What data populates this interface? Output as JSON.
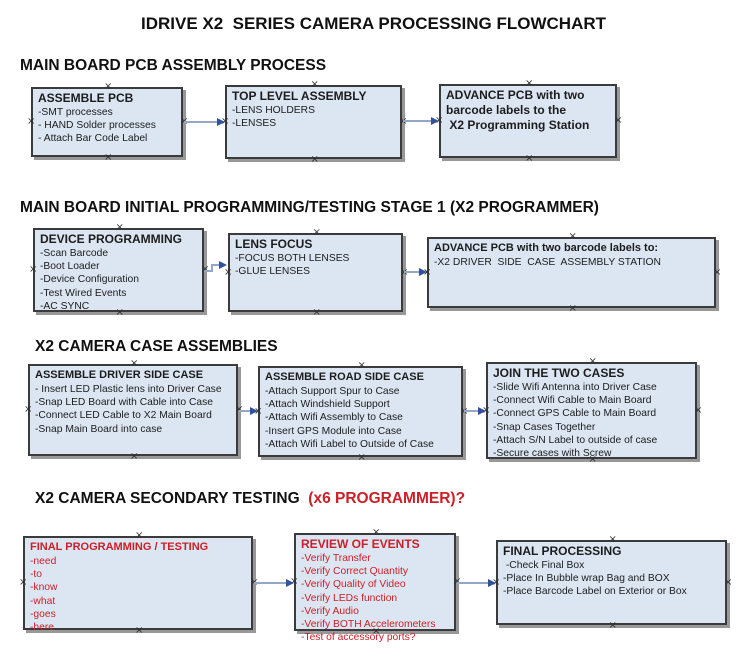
{
  "title": "IDRIVE X2  SERIES CAMERA PROCESSING FLOWCHART",
  "colors": {
    "box_fill": "#dce6f2",
    "box_border": "#3b3b3b",
    "box_shadow": "#989898",
    "connector_line": "#93a7ca",
    "arrowhead": "#31519c",
    "red_text": "#cb2027",
    "black_text": "#1c1c1c"
  },
  "sections": {
    "s1": {
      "heading": "MAIN BOARD PCB ASSEMBLY PROCESS"
    },
    "s2": {
      "heading": "MAIN BOARD INITIAL PROGRAMMING/TESTING STAGE 1 (X2 PROGRAMMER)"
    },
    "s3": {
      "heading": "X2 CAMERA CASE ASSEMBLIES"
    },
    "s4": {
      "heading_black": "X2 CAMERA SECONDARY TESTING ",
      "heading_red": " (x6 PROGRAMMER)?"
    }
  },
  "boxes": {
    "assemble_pcb": {
      "title": "ASSEMBLE PCB",
      "items": [
        "-SMT processes",
        "- HAND Solder processes",
        "- Attach Bar Code Label"
      ]
    },
    "top_level_assembly": {
      "title": "TOP LEVEL ASSEMBLY",
      "items": [
        "-LENS HOLDERS",
        "-LENSES"
      ]
    },
    "advance_to_programming": {
      "title": "ADVANCE PCB with two\nbarcode labels to the\n X2 Programming Station",
      "items": []
    },
    "device_programming": {
      "title": "DEVICE PROGRAMMING",
      "items": [
        "-Scan Barcode",
        "-Boot Loader",
        "-Device Configuration",
        "-Test Wired Events",
        "-AC SYNC"
      ]
    },
    "lens_focus": {
      "title": "LENS FOCUS",
      "items": [
        "-FOCUS BOTH LENSES",
        "-GLUE LENSES"
      ]
    },
    "advance_to_driver_station": {
      "title": "ADVANCE PCB with two barcode labels to:",
      "items": [
        "-X2 DRIVER  SIDE  CASE  ASSEMBLY STATION"
      ]
    },
    "assemble_driver_side_case": {
      "title": "ASSEMBLE DRIVER SIDE CASE",
      "items": [
        "- Insert LED Plastic lens into Driver Case",
        "-Snap LED Board with Cable into Case",
        "-Connect LED Cable to X2 Main Board",
        "-Snap Main Board into case"
      ]
    },
    "assemble_road_side_case": {
      "title": "ASSEMBLE ROAD SIDE CASE",
      "items": [
        "-Attach Support Spur to Case",
        "-Attach Windshield Support",
        "-Attach Wifi Assembly to Case",
        "-Insert GPS Module into Case",
        "-Attach Wifi Label to Outside of Case"
      ]
    },
    "join_the_two_cases": {
      "title": "JOIN THE TWO CASES",
      "items": [
        "-Slide Wifi Antenna into Driver Case",
        "-Connect Wifi Cable to Main Board",
        "-Connect GPS Cable to Main Board",
        "-Snap Cases Together",
        "-Attach S/N Label to outside of case",
        "-Secure cases with Screw"
      ]
    },
    "final_programming_testing": {
      "title": "FINAL PROGRAMMING / TESTING",
      "items": [
        "-need",
        "-to",
        "-know",
        "-what",
        "-goes",
        "-here"
      ]
    },
    "review_of_events": {
      "title": "REVIEW OF EVENTS",
      "items": [
        "-Verify Transfer",
        "-Verify Correct Quantity",
        "-Verify Quality of Video",
        "-Verify LEDs function",
        "-Verify Audio",
        "-Verify BOTH Accelerometers",
        "-Test of accessory ports?"
      ]
    },
    "final_processing": {
      "title": "FINAL PROCESSING",
      "items": [
        " -Check Final Box",
        "-Place In Bubble wrap Bag and BOX",
        "-Place Barcode Label on Exterior or Box"
      ]
    }
  }
}
